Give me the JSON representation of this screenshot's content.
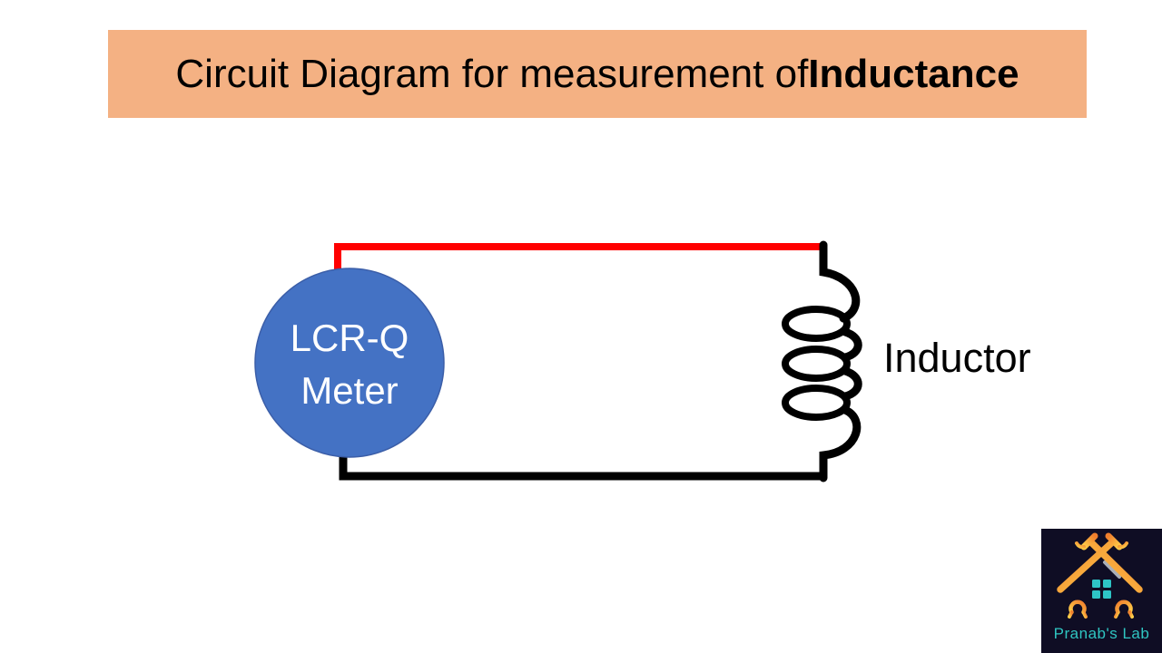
{
  "title": {
    "text_regular": "Circuit Diagram for measurement of ",
    "text_bold": "Inductance",
    "background_color": "#F4B183",
    "text_color": "#000000"
  },
  "diagram": {
    "meter": {
      "label_line1": "LCR-Q",
      "label_line2": "Meter",
      "fill_color": "#4472C4",
      "border_color": "#3B5EA8",
      "text_color": "#FFFFFF"
    },
    "inductor": {
      "label": "Inductor",
      "coil_color": "#000000"
    },
    "wires": {
      "top_wire_color": "#FF0000",
      "bottom_wire_color": "#000000"
    }
  },
  "logo": {
    "text": "Pranab's Lab",
    "background_color": "#0F0D24",
    "text_color": "#2FC5C1",
    "icon": {
      "name": "crossed-hammers-house",
      "primary_color": "#F07E2D",
      "secondary_color": "#FFD04A",
      "window_color": "#2EC4C6",
      "accent_gray": "#A9AFB8"
    }
  }
}
